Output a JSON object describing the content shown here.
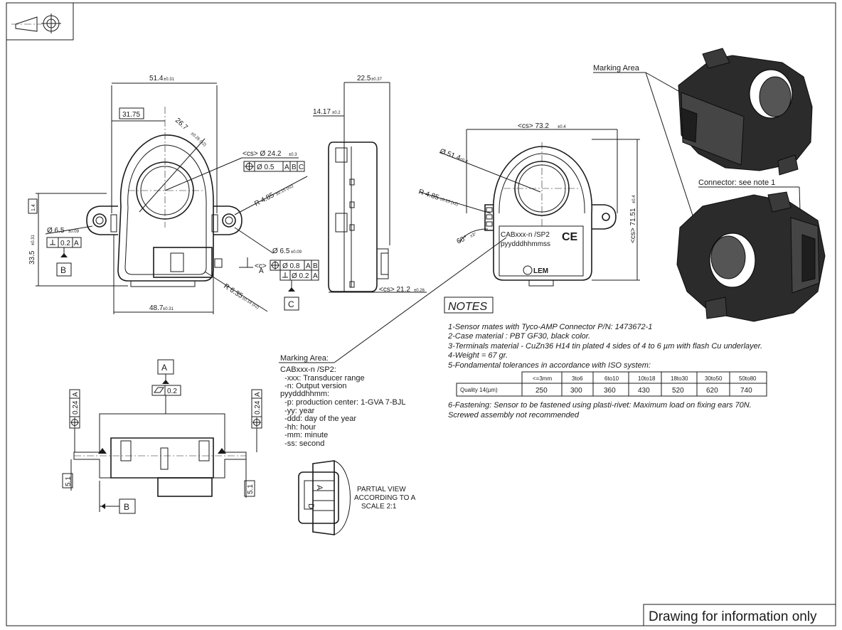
{
  "disclaimer": "Drawing for information only",
  "dims": {
    "width_top": "51.4",
    "width_top_tol": "±0.31",
    "r26": "26.7",
    "r26_tol": "±0.26 (x2)",
    "w3175": "31.75",
    "d_cs": "<cs>  Ø 24.2",
    "d_cs_tol": "±0.3",
    "fcf_pos": "Ø 0.5",
    "fcf_ref1": "A",
    "fcf_ref2": "B",
    "fcf_ref3": "C",
    "r485": "R 4.85",
    "r485_tol": "±0.15 (x2)",
    "hole65": "Ø 6.5",
    "hole65_tol": "±0.09",
    "perp_val": "0.2",
    "perp_ref": "A",
    "datum_b": "B",
    "height_left": "33.5",
    "height_left_tol": "±0.31",
    "small_left": "1.4",
    "hole65b": "Ø 6.5",
    "hole65b_tol": "±0.09",
    "c_label": "<c>",
    "c_pos": "Ø 0.8",
    "c_ref1": "A",
    "c_ref2": "B",
    "c_perp": "Ø 0.2",
    "c_perp_ref": "A",
    "datum_c": "C",
    "datum_a_side": "A",
    "r635": "R 6.35",
    "r635_tol": "±0.18 (x2)",
    "width_bottom": "48.7",
    "width_bottom_tol": "±0.31",
    "w225": "22.5",
    "w225_tol": "±0.37",
    "w1417": "14.17",
    "w1417_tol": "±0.2",
    "w212": "<cs> 21.2",
    "w212_tol": "±0.26",
    "w732": "<cs> 73.2",
    "w732_tol": "±0.4",
    "d514": "Ø 51.4",
    "d514_tol": "±0.4",
    "r485b": "R 4.85",
    "r485b_tol": "±0.15 (x2)",
    "angle60": "60°",
    "angle60_tol": "±3°",
    "h7151": "<cs> 71.51",
    "h7151_tol": "±0.4"
  },
  "label_plate": {
    "line1": "CABxxx-n /SP2",
    "line2": "pyydddhhmmss",
    "ce": "CE",
    "logo": "LEM"
  },
  "bottom_view": {
    "datum_a": "A",
    "flatness": "0.2",
    "pos_left": "0.24",
    "pos_left_ref": "A",
    "pos_right": "0.24",
    "pos_right_ref": "A",
    "h51_left": "5.1",
    "h51_right": "5.1",
    "datum_b": "B"
  },
  "marking": {
    "title": "Marking Area:",
    "lines": [
      "CABxxx-n /SP2:",
      "  -xxx: Transducer range",
      "  -n: Output version",
      "pyydddhhmm:",
      "  -p: production center: 1-GVA 7-BJL",
      "  -yy: year",
      "  -ddd: day of the year",
      "  -hh: hour",
      "  -mm: minute",
      "  -ss: second"
    ]
  },
  "partial_view": {
    "lines": [
      "PARTIAL VIEW",
      "ACCORDING TO A",
      "SCALE 2:1"
    ],
    "pin_a": "A",
    "pin_d": "D"
  },
  "notes": {
    "title": "NOTES",
    "lines": [
      "1-Sensor mates with Tyco-AMP Connector P/N: 1473672-1",
      "2-Case material : PBT GF30, black color.",
      "3-Terminals material - CuZn36 H14 tin plated 4 sides of 4 to 6 µm with flash Cu underlayer.",
      "4-Weight = 67 gr.",
      "5-Fondamental tolerances in accordance with ISO system:"
    ],
    "note6a": "6-Fastening: Sensor to be fastened using plasti-rivet: Maximum load on fixing ears 70N.",
    "note6b": "Screwed assembly not recommended"
  },
  "tol_table": {
    "headers": [
      "<=3mm",
      "3to6",
      "6to10",
      "10to18",
      "18to30",
      "30to50",
      "50to80"
    ],
    "row_label": "Quality 14(µm)",
    "values": [
      "250",
      "300",
      "360",
      "430",
      "520",
      "620",
      "740"
    ]
  },
  "iso_views": {
    "marking_label": "Marking Area",
    "connector_label": "Connector: see note 1"
  }
}
